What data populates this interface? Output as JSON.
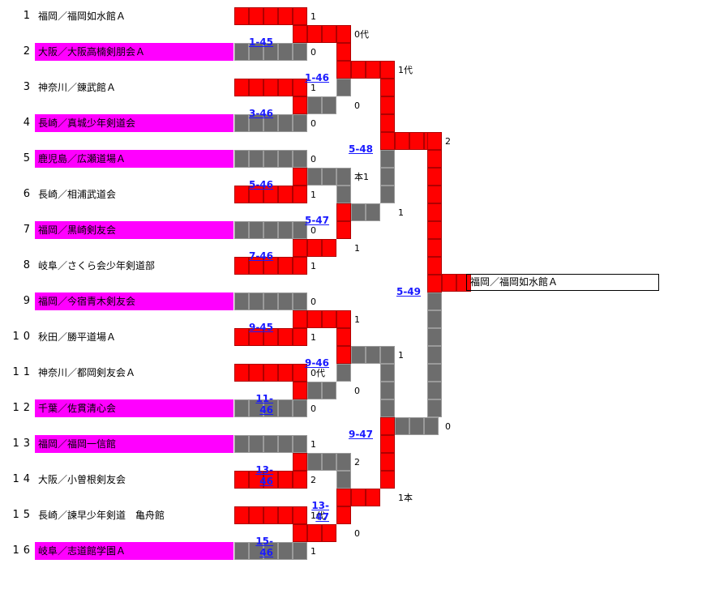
{
  "colors": {
    "win": "#ff0000",
    "lose": "#6d6d6d",
    "highlight": "#ff00ff",
    "link": "#1a1aff"
  },
  "entries": [
    {
      "seed": "1",
      "name": "福岡／福岡如水館Ａ",
      "highlight": false
    },
    {
      "seed": "2",
      "name": "大阪／大阪高楠剣朋会Ａ",
      "highlight": true
    },
    {
      "seed": "3",
      "name": "神奈川／錬武館Ａ",
      "highlight": false
    },
    {
      "seed": "4",
      "name": "長崎／真城少年剣道会",
      "highlight": true
    },
    {
      "seed": "5",
      "name": "鹿児島／広瀬道場Ａ",
      "highlight": true
    },
    {
      "seed": "6",
      "name": "長崎／相浦武道会",
      "highlight": false
    },
    {
      "seed": "7",
      "name": "福岡／黒崎剣友会",
      "highlight": true
    },
    {
      "seed": "8",
      "name": "岐阜／さくら会少年剣道部",
      "highlight": false
    },
    {
      "seed": "9",
      "name": "福岡／今宿青木剣友会",
      "highlight": true
    },
    {
      "seed": "10",
      "name": "秋田／勝平道場Ａ",
      "highlight": false
    },
    {
      "seed": "11",
      "name": "神奈川／都岡剣友会Ａ",
      "highlight": false
    },
    {
      "seed": "12",
      "name": "千葉／佐貫清心会",
      "highlight": true
    },
    {
      "seed": "13",
      "name": "福岡／福岡一信館",
      "highlight": true
    },
    {
      "seed": "14",
      "name": "大阪／小曽根剣友会",
      "highlight": false
    },
    {
      "seed": "15",
      "name": "長崎／諫早少年剣道　亀舟館",
      "highlight": false
    },
    {
      "seed": "16",
      "name": "岐阜／志道館学園Ａ",
      "highlight": true
    }
  ],
  "rounds": [
    [
      {
        "label": "1-45",
        "top": "1",
        "bottom": "0"
      },
      {
        "label": "3-46",
        "top": "1",
        "bottom": "0"
      },
      {
        "label": "5-46",
        "top": "0",
        "bottom": "1"
      },
      {
        "label": "7-46",
        "top": "0",
        "bottom": "1"
      },
      {
        "label": "9-45",
        "top": "0",
        "bottom": "1"
      },
      {
        "label": "11-46",
        "top": "0代",
        "bottom": "0"
      },
      {
        "label": "13-46",
        "top": "1",
        "bottom": "2"
      },
      {
        "label": "15-46",
        "top": "1代",
        "bottom": "1"
      }
    ],
    [
      {
        "label": "1-46",
        "top": "0代",
        "bottom": "0"
      },
      {
        "label": "5-47",
        "top": "本1",
        "bottom": "1"
      },
      {
        "label": "9-46",
        "top": "1",
        "bottom": "0"
      },
      {
        "label": "13-47",
        "top": "2",
        "bottom": "0"
      }
    ],
    [
      {
        "label": "5-48",
        "top": "1代",
        "bottom": "1"
      },
      {
        "label": "9-47",
        "top": "1",
        "bottom": "1本"
      }
    ],
    [
      {
        "label": "5-49",
        "top": "2",
        "bottom": "0"
      }
    ]
  ],
  "winner": "福岡／福岡如水館Ａ"
}
